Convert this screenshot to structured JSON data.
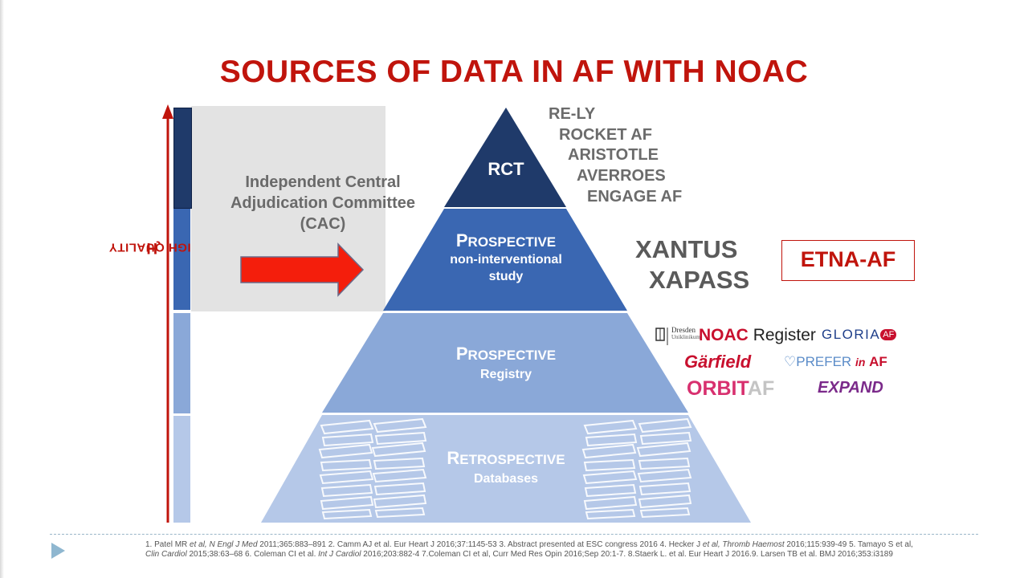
{
  "title": "SOURCES OF DATA IN AF WITH NOAC",
  "axis": {
    "label_first": "H",
    "label_rest": "IGH QUALITY"
  },
  "cac": {
    "line1": "Independent Central",
    "line2": "Adjudication Committee",
    "line3": "(CAC)"
  },
  "pyramid": {
    "rct": "RCT",
    "prospective_ni": {
      "first": "P",
      "rest": "ROSPECTIVE",
      "sub1": "non-interventional",
      "sub2": "study"
    },
    "registry": {
      "first": "P",
      "rest": "ROSPECTIVE",
      "sub": "Registry"
    },
    "retro": {
      "first": "R",
      "rest": "ETROSPECTIVE",
      "sub": "Databases"
    }
  },
  "rct_trials": [
    "RE-LY",
    "ROCKET AF",
    "ARISTOTLE",
    "AVERROES",
    "ENGAGE AF"
  ],
  "ni_studies": [
    "XANTUS",
    "XAPASS"
  ],
  "highlight": {
    "label": "ETNA-AF",
    "color": "#c0140c"
  },
  "registries": {
    "dresden": "Dresden",
    "dresden_sub": "Uniklinikum",
    "noac": "NOAC",
    "noac_reg": "Register",
    "gloria": "GLORIA",
    "gloria_af": "AF",
    "garfield": "Gärfield",
    "prefer": "PREFER",
    "prefer_in": "in",
    "prefer_af": "AF",
    "orbit": "ORBIT",
    "orbit_af": "AF",
    "expand": "EXPAND"
  },
  "references": {
    "r1_a": "1. Patel MR ",
    "r1_b": "et al, N Engl J Med",
    "r1_c": " 2011;365:883–891 2. Camm AJ et al. Eur Heart J 2016;37:1145-53 3. Abstract presented at ESC congress 2016  4. Hecker J ",
    "r1_d": "et al, Thromb Haemost",
    "r1_e": " 2016;115:939-49 5. Tamayo S et al, ",
    "r1_f": "Clin Cardiol",
    "r1_g": " 2015;38:63–68  6. Coleman CI et al. ",
    "r1_h": "Int J Cardiol",
    "r1_i": " 2016;203:882-4  7.Coleman CI et al, Curr Med Res Opin  2016;Sep 20:1-7. 8.Staerk L. et al. Eur Heart J 2016.9. Larsen TB et al. BMJ 2016;353:i3189"
  },
  "colors": {
    "title": "#c0140c",
    "tier1": "#1f3a6a",
    "tier2": "#3a67b2",
    "tier3": "#8aa8d8",
    "tier4": "#b5c8e8",
    "arrow": "#f41e0c"
  }
}
